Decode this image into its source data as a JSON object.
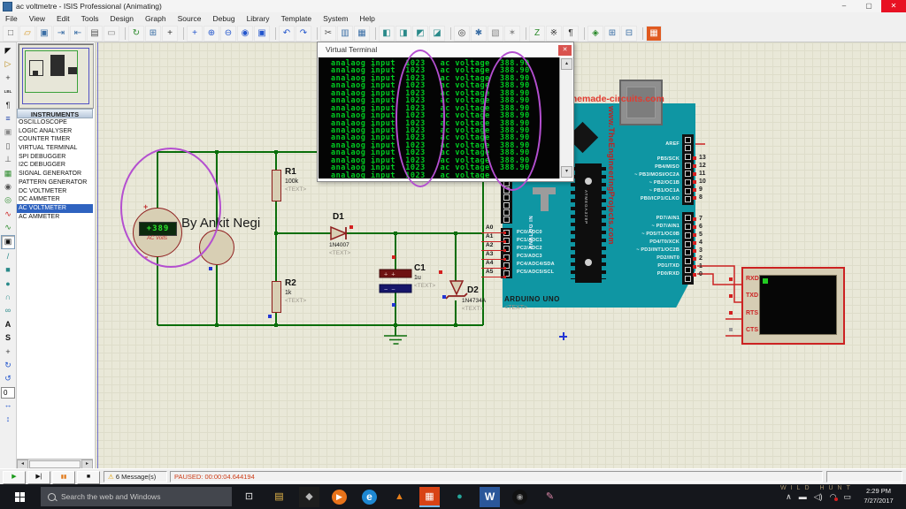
{
  "colors": {
    "wire": "#0a6e0a",
    "outline": "#8f1f1f",
    "comp_fill": "#d8cfb4",
    "teal": "#0f96a3",
    "purple": "#b44fd0",
    "term_green": "#00cc22",
    "sel_blue": "#2f63c0",
    "red_wire": "#cc2222",
    "watermark": "#e23b30"
  },
  "titlebar": {
    "title": "ac voltmetre - ISIS Professional (Animating)"
  },
  "menus": [
    "File",
    "View",
    "Edit",
    "Tools",
    "Design",
    "Graph",
    "Source",
    "Debug",
    "Library",
    "Template",
    "System",
    "Help"
  ],
  "toolbar_icons": [
    {
      "g": "□",
      "c": "#555",
      "n": "new-design"
    },
    {
      "g": "▱",
      "c": "#d79b2a",
      "n": "open-design"
    },
    {
      "g": "▣",
      "c": "#3a6ea5",
      "n": "save-design"
    },
    {
      "g": "⇥",
      "c": "#3a6ea5",
      "n": "import-section"
    },
    {
      "g": "⇤",
      "c": "#3a6ea5",
      "n": "export-section"
    },
    {
      "g": "▤",
      "c": "#555",
      "n": "print-design"
    },
    {
      "g": "▭",
      "c": "#888",
      "n": "mark-output-area"
    },
    {
      "cls": "sep",
      "n": "toolbar-separator"
    },
    {
      "g": "↻",
      "c": "#2a8a2a",
      "n": "redraw"
    },
    {
      "g": "⊞",
      "c": "#3a6ea5",
      "n": "toggle-grid"
    },
    {
      "g": "+",
      "c": "#333",
      "n": "origin"
    },
    {
      "cls": "sep",
      "n": "toolbar-separator"
    },
    {
      "g": "+",
      "c": "#2255cc",
      "n": "pan"
    },
    {
      "g": "⊕",
      "c": "#2255cc",
      "n": "zoom-in"
    },
    {
      "g": "⊖",
      "c": "#2255cc",
      "n": "zoom-out"
    },
    {
      "g": "◉",
      "c": "#2255cc",
      "n": "zoom-all"
    },
    {
      "g": "▣",
      "c": "#2255cc",
      "n": "zoom-area"
    },
    {
      "cls": "sep",
      "n": "toolbar-separator"
    },
    {
      "g": "↶",
      "c": "#2255cc",
      "n": "undo"
    },
    {
      "g": "↷",
      "c": "#2255cc",
      "n": "redo"
    },
    {
      "cls": "sep",
      "n": "toolbar-separator"
    },
    {
      "g": "✂",
      "c": "#555",
      "n": "cut"
    },
    {
      "g": "▥",
      "c": "#3a6ea5",
      "n": "copy"
    },
    {
      "g": "▦",
      "c": "#3a6ea5",
      "n": "paste"
    },
    {
      "cls": "sep",
      "n": "toolbar-separator"
    },
    {
      "g": "◧",
      "c": "#2a8a8a",
      "n": "block-copy"
    },
    {
      "g": "◨",
      "c": "#2a8a8a",
      "n": "block-move"
    },
    {
      "g": "◩",
      "c": "#2a8a8a",
      "n": "block-rotate"
    },
    {
      "g": "◪",
      "c": "#2a8a8a",
      "n": "block-delete"
    },
    {
      "cls": "sep",
      "n": "toolbar-separator"
    },
    {
      "g": "◎",
      "c": "#333",
      "n": "pick-device"
    },
    {
      "g": "✱",
      "c": "#3a6ea5",
      "n": "make-device"
    },
    {
      "g": "▧",
      "c": "#888",
      "n": "packaging-tool"
    },
    {
      "g": "✶",
      "c": "#888",
      "n": "decompose"
    },
    {
      "cls": "sep",
      "n": "toolbar-separator"
    },
    {
      "g": "Z",
      "c": "#2a8a2a",
      "n": "wire-autorouter"
    },
    {
      "g": "※",
      "c": "#333",
      "n": "search-and-tag"
    },
    {
      "g": "¶",
      "c": "#333",
      "n": "property-assignment"
    },
    {
      "cls": "sep",
      "n": "toolbar-separator"
    },
    {
      "g": "◈",
      "c": "#2a8a2a",
      "n": "design-explorer"
    },
    {
      "g": "⊞",
      "c": "#3a6ea5",
      "n": "new-sheet"
    },
    {
      "g": "⊟",
      "c": "#3a6ea5",
      "n": "remove-sheet"
    },
    {
      "cls": "sep",
      "n": "toolbar-separator"
    },
    {
      "g": "▦",
      "c": "#ffffff",
      "bg": "#e05a20",
      "n": "netlist-to-ares"
    }
  ],
  "mode_icons": [
    {
      "g": "◤",
      "c": "#111",
      "n": "selection-mode"
    },
    {
      "g": "▷",
      "c": "#b8860b",
      "n": "component-mode"
    },
    {
      "g": "+",
      "c": "#333",
      "n": "junction-dot-mode"
    },
    {
      "g": "LBL",
      "c": "#333",
      "n": "wire-label-mode",
      "cls": "txt"
    },
    {
      "g": "¶",
      "c": "#333",
      "n": "text-script-mode"
    },
    {
      "g": "≡",
      "c": "#2244aa",
      "n": "buses-mode"
    },
    {
      "g": "▣",
      "c": "#888",
      "n": "subcircuit-mode"
    },
    {
      "g": "▯",
      "c": "#555",
      "n": "terminals-mode"
    },
    {
      "g": "⊥",
      "c": "#555",
      "n": "device-pins-mode"
    },
    {
      "g": "▦",
      "c": "#2a8a2a",
      "n": "graph-mode"
    },
    {
      "g": "◉",
      "c": "#555",
      "n": "tape-recorder-mode"
    },
    {
      "g": "◎",
      "c": "#2a8a2a",
      "n": "generator-mode"
    },
    {
      "g": "∿",
      "c": "#cc2222",
      "n": "voltage-probe-mode"
    },
    {
      "g": "∿",
      "c": "#2a8a2a",
      "n": "current-probe-mode"
    },
    {
      "g": "▣",
      "c": "#111",
      "n": "virtual-instruments-mode",
      "cls": "sel"
    },
    {
      "g": "/",
      "c": "#2a8a8a",
      "n": "2d-line-mode"
    },
    {
      "g": "■",
      "c": "#2a8a8a",
      "n": "2d-box-mode"
    },
    {
      "g": "●",
      "c": "#2a8a8a",
      "n": "2d-circle-mode"
    },
    {
      "g": "∩",
      "c": "#2a8a8a",
      "n": "2d-arc-mode"
    },
    {
      "g": "∞",
      "c": "#2a8a8a",
      "n": "2d-path-mode"
    },
    {
      "g": "A",
      "c": "#111",
      "n": "2d-text-mode",
      "cls": "txt2"
    },
    {
      "g": "S",
      "c": "#111",
      "n": "2d-symbol-mode",
      "cls": "txt2"
    },
    {
      "g": "+",
      "c": "#333",
      "n": "2d-marker-mode"
    },
    {
      "g": "↻",
      "c": "#2255cc",
      "n": "rotate-clockwise"
    },
    {
      "g": "↺",
      "c": "#2255cc",
      "n": "rotate-anticlockwise"
    },
    {
      "g": "0",
      "c": "#000",
      "n": "rotation-angle-field",
      "cls": "field",
      "i": "true"
    },
    {
      "g": "↔",
      "c": "#2255cc",
      "n": "flip-horizontal"
    },
    {
      "g": "↕",
      "c": "#2255cc",
      "n": "flip-vertical"
    }
  ],
  "sidebar": {
    "header": "INSTRUMENTS",
    "selected": "AC VOLTMETER",
    "instruments": [
      "OSCILLOSCOPE",
      "LOGIC ANALYSER",
      "COUNTER TIMER",
      "VIRTUAL TERMINAL",
      "SPI DEBUGGER",
      "I2C DEBUGGER",
      "SIGNAL GENERATOR",
      "PATTERN GENERATOR",
      "DC VOLTMETER",
      "DC AMMETER",
      "AC VOLTMETER",
      "AC AMMETER"
    ]
  },
  "terminal_window": {
    "title": "Virtual Terminal",
    "lines": [
      "analaog input  1023   ac voltage  388.90",
      "analaog input  1023   ac voltage  388.90",
      "analaog input  1023   ac voltage  388.90",
      "analaog input  1023   ac voltage  388.90",
      "analaog input  1023   ac voltage  388.90",
      "analaog input  1023   ac voltage  388.90",
      "analaog input  1023   ac voltage  388.90",
      "analaog input  1023   ac voltage  388.90",
      "analaog input  1023   ac voltage  388.90",
      "analaog input  1023   ac voltage  388.90",
      "analaog input  1023   ac voltage  388.90",
      "analaog input  1023   ac voltage  388.90",
      "analaog input  1023   ac voltage  388.90",
      "analaog input  1023   ac voltage  388.90",
      "analaog input  1023   ac voltage  388.90",
      "analaog input  1023   ac voltage"
    ]
  },
  "schematic": {
    "watermark": "homemade-circuits.com",
    "author": "By Ankit Negi",
    "voltmeter": {
      "reading": "+389",
      "label": "AC Volts",
      "plus": "+",
      "minus": "−"
    },
    "r1": {
      "ref": "R1",
      "value": "100k",
      "text": "<TEXT>"
    },
    "r2": {
      "ref": "R2",
      "value": "1k",
      "text": "<TEXT>"
    },
    "d1": {
      "ref": "D1",
      "value": "1N4007",
      "text": "<TEXT>"
    },
    "c1": {
      "ref": "C1",
      "value": "1u",
      "text": "<TEXT>"
    },
    "d2": {
      "ref": "D2",
      "value": "1N4734A",
      "text": "<TEXT>"
    },
    "arduino": {
      "ref": "ARDUINO UNO",
      "text": "<TEXT>",
      "brand": "www.TheEngineeringProjects.com",
      "chip": "ATMEGA328P",
      "analog_header": "ANALOG IN",
      "left_pins": [
        "PC0/ADC0",
        "PC1/ADC1",
        "PC2/ADC2",
        "PC3/ADC3",
        "PC4/ADC4/SDA",
        "PC5/ADC5/SCL"
      ],
      "right_pins_top": [
        "AREF",
        "PB5/SCK",
        "PB4/MISO",
        "~ PB3/MOSI/OC2A",
        "~ PB2/OC1B",
        "~ PB1/OC1A",
        "PB0/ICP1/CLKO"
      ],
      "right_pins_bottom": [
        "PD7/AIN1",
        "~ PD7/AIN1",
        "~ PD5/T1/OC0B",
        "PD4/T0/XCK",
        "~ PD3/INT1/OC2B",
        "PD2/INT0",
        "PD1/TXD",
        "PD0/RXD"
      ],
      "pin_numbers_top": [
        "13",
        "12",
        "11",
        "10",
        "9",
        "8"
      ],
      "pin_numbers_bottom": [
        "7",
        "6",
        "5",
        "4",
        "3",
        "2",
        "1",
        "0"
      ],
      "analog_labels": [
        "A0",
        "A1",
        "A2",
        "A3",
        "A4",
        "A5"
      ]
    },
    "terminal_pins": [
      "RXD",
      "TXD",
      "RTS",
      "CTS"
    ]
  },
  "status_bar": {
    "messages": "6 Message(s)",
    "status": "PAUSED: 00:00:04.644194"
  },
  "taskbar": {
    "search": "Search the web and Windows",
    "time": "2:29 PM",
    "date": "7/27/2017",
    "wallpaper_text": "WILD HUNT"
  },
  "taskbar_icons": [
    {
      "g": "⊡",
      "c": "#e8e8e8",
      "n": "task-view-button"
    },
    {
      "g": "▤",
      "c": "#e8b84a",
      "n": "file-explorer-icon"
    },
    {
      "g": "◆",
      "c": "#b8b8b8",
      "bg": "#1e1e1e",
      "n": "game-icon"
    },
    {
      "g": "▶",
      "c": "#ffffff",
      "bg": "#e8731a",
      "cls": "round",
      "n": "media-player-icon"
    },
    {
      "g": "e",
      "c": "#ffffff",
      "bg": "#1e88d2",
      "cls": "round txtb",
      "n": "edge-icon"
    },
    {
      "g": "▲",
      "c": "#e87f1a",
      "n": "vlc-icon"
    },
    {
      "g": "▦",
      "c": "#ffffff",
      "bg": "#d84315",
      "cls": "active",
      "n": "isis-taskbar-icon"
    },
    {
      "g": "●",
      "c": "#26a69a",
      "n": "teal-app-icon"
    },
    {
      "g": "W",
      "c": "#ffffff",
      "bg": "#2b579a",
      "cls": "txtb",
      "n": "word-icon"
    },
    {
      "g": "◉",
      "c": "#999999",
      "bg": "#111111",
      "cls": "round",
      "n": "game2-icon"
    },
    {
      "g": "✎",
      "c": "#dd88aa",
      "n": "paint-icon"
    }
  ]
}
